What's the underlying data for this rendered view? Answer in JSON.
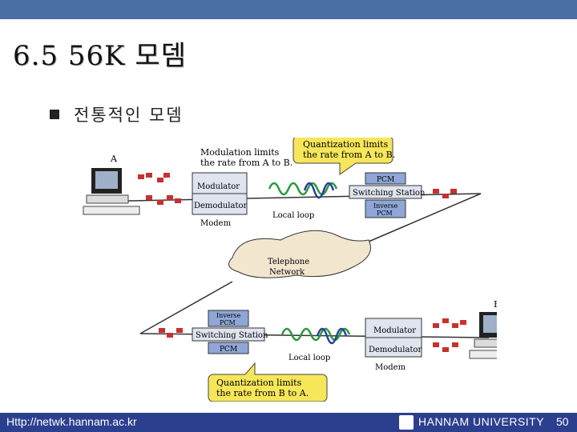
{
  "slide": {
    "title": "6.5 56K 모뎀",
    "bullet": "전통적인 모뎀"
  },
  "diagram": {
    "site_a": "A",
    "site_b": "B",
    "top_callout_left": [
      "Modulation limits",
      "the rate from A to B."
    ],
    "top_callout_right": [
      "Quantization limits",
      "the rate from A to B."
    ],
    "bottom_callout": [
      "Quantization limits",
      "the rate from B to A."
    ],
    "modem_a": {
      "modulator": "Modulator",
      "demodulator": "Demodulator",
      "label": "Modem"
    },
    "modem_b": {
      "modulator": "Modulator",
      "demodulator": "Demodulator",
      "label": "Modem"
    },
    "switch_top": {
      "pcm": "PCM",
      "name": "Switching Station",
      "inverse": [
        "Inverse",
        "PCM"
      ]
    },
    "switch_bottom": {
      "inverse": [
        "Inverse",
        "PCM"
      ],
      "name": "Switching Station",
      "pcm": "PCM"
    },
    "local_loop_top": "Local loop",
    "local_loop_bottom": "Local loop",
    "network": [
      "Telephone",
      "Network"
    ]
  },
  "footer": {
    "url": "Http://netwk.hannam.ac.kr",
    "university": "HANNAM UNIVERSITY",
    "page": "50"
  },
  "colors": {
    "top_bar": "#4a6fa5",
    "footer_bar": "#2c3f8f",
    "callout_fill": "#f6e65a",
    "box_fill": "#dfe4ef",
    "signal_green": "#2a9a3a",
    "signal_blue": "#2a3fa0",
    "digital_red": "#c83030"
  }
}
